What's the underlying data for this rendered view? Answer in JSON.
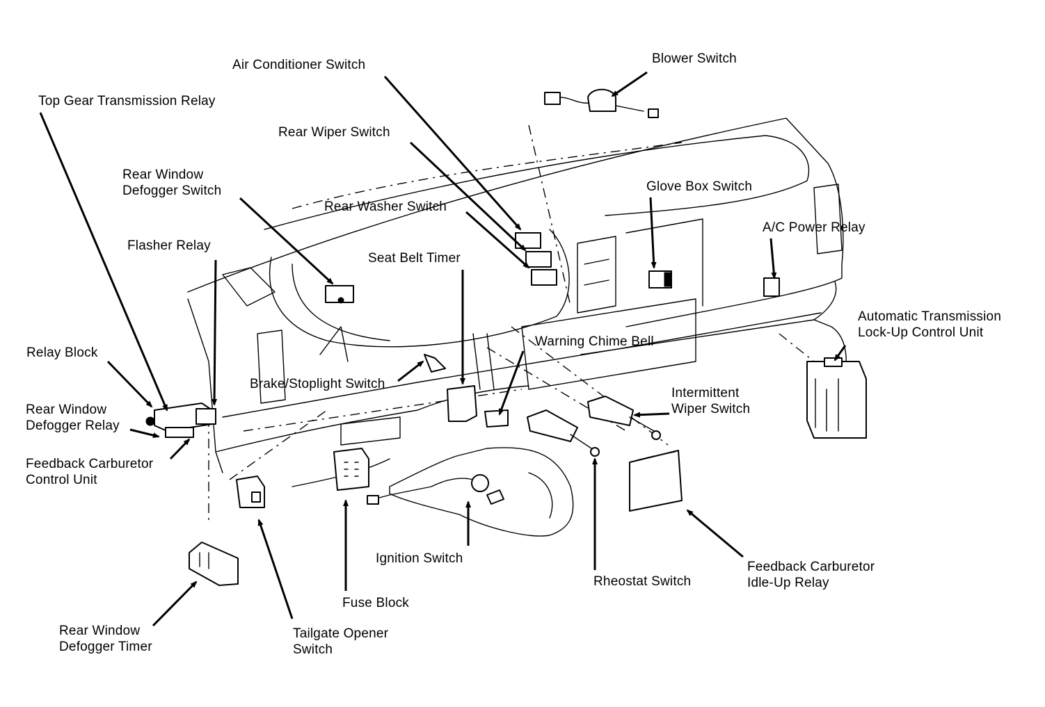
{
  "diagram": {
    "title": "Instrument panel component locations",
    "labels": {
      "top_gear_transmission_relay": [
        "Top Gear Transmission Relay"
      ],
      "air_conditioner_switch": [
        "Air Conditioner Switch"
      ],
      "blower_switch": [
        "Blower Switch"
      ],
      "rear_wiper_switch": [
        "Rear Wiper Switch"
      ],
      "rear_window_defogger_switch": [
        "Rear Window",
        "Defogger Switch"
      ],
      "rear_washer_switch": [
        "Rear Washer Switch"
      ],
      "glove_box_switch": [
        "Glove Box Switch"
      ],
      "ac_power_relay": [
        "A/C Power Relay"
      ],
      "flasher_relay": [
        "Flasher Relay"
      ],
      "seat_belt_timer": [
        "Seat Belt Timer"
      ],
      "automatic_transmission_lockup": [
        "Automatic Transmission",
        "Lock-Up Control Unit"
      ],
      "warning_chime_bell": [
        "Warning Chime Bell"
      ],
      "relay_block": [
        "Relay Block"
      ],
      "brake_stoplight_switch": [
        "Brake/Stoplight Switch"
      ],
      "intermittent_wiper_switch": [
        "Intermittent",
        "Wiper Switch"
      ],
      "rear_window_defogger_relay": [
        "Rear Window",
        "Defogger Relay"
      ],
      "feedback_carburetor_control_unit": [
        "Feedback Carburetor",
        "Control Unit"
      ],
      "ignition_switch": [
        "Ignition Switch"
      ],
      "rheostat_switch": [
        "Rheostat Switch"
      ],
      "feedback_carburetor_idle_up_relay": [
        "Feedback Carburetor",
        "Idle-Up Relay"
      ],
      "fuse_block": [
        "Fuse Block"
      ],
      "rear_window_defogger_timer": [
        "Rear Window",
        "Defogger Timer"
      ],
      "tailgate_opener_switch": [
        "Tailgate Opener",
        "Switch"
      ]
    }
  }
}
